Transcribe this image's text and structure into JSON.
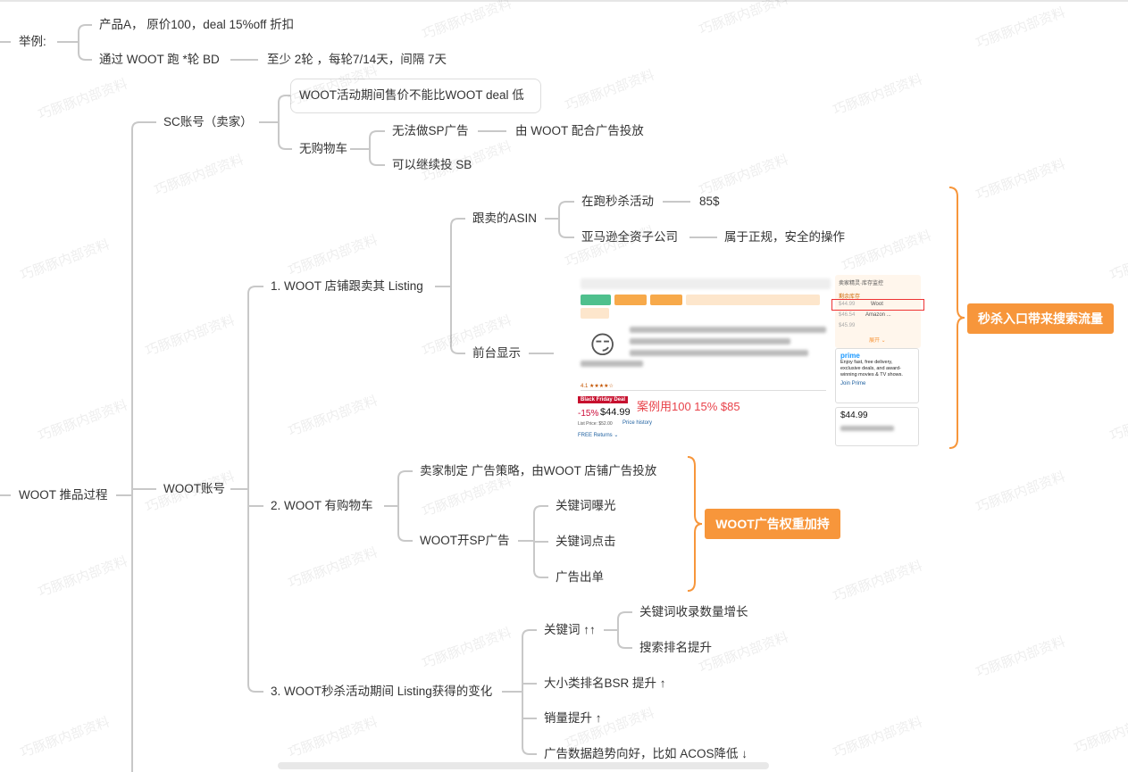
{
  "watermark": "巧豚豚内部资料",
  "nodes": {
    "example": "举例:",
    "product_a": "产品A， 原价100，deal 15%off 折扣",
    "woot_bd": "通过 WOOT 跑 *轮 BD",
    "rounds": "至少 2轮 ，每轮7/14天，间隔 7天",
    "root": "WOOT 推品过程",
    "sc": "SC账号（卖家）",
    "price_rule": "WOOT活动期间售价不能比WOOT deal 低",
    "no_cart": "无购物车",
    "no_sp": "无法做SP广告",
    "woot_ads": "由 WOOT 配合广告投放",
    "sb": "可以继续投 SB",
    "woot_account": "WOOT账号",
    "step1": "1. WOOT 店铺跟卖其 Listing",
    "asin": "跟卖的ASIN",
    "flash": "在跑秒杀活动",
    "price85": "85$",
    "subsidiary": "亚马逊全资子公司",
    "legit": "属于正规，安全的操作",
    "frontend": "前台显示",
    "step2": "2. WOOT 有购物车",
    "seller_strategy": "卖家制定 广告策略，由WOOT 店铺广告投放",
    "woot_sp": "WOOT开SP广告",
    "kw_exposure": "关键词曝光",
    "kw_click": "关键词点击",
    "ad_order": "广告出单",
    "step3": "3. WOOT秒杀活动期间 Listing获得的变化",
    "keywords": "关键词 ↑↑",
    "kw_index": "关键词收录数量增长",
    "kw_rank": "搜索排名提升",
    "bsr": "大小类排名BSR 提升 ↑",
    "sales": "销量提升 ↑",
    "ads_data": "广告数据趋势向好，比如 ACOS降低 ↓"
  },
  "callouts": {
    "search_traffic": "秒杀入口带来搜索流量",
    "ad_weight": "WOOT广告权重加持"
  },
  "screenshot": {
    "badge": "Black Friday Deal",
    "discount": "-15%",
    "price": "$44.99",
    "list_price": "List Price: $52.00",
    "price_history": "Price history",
    "free_returns": "FREE Returns ⌄",
    "rating": "4.1 ★★★★☆",
    "annotation": "案例用100 15% $85",
    "panel_title": "卖家精灵·库存监控",
    "stock_label": "剩余库存",
    "offers": [
      {
        "price": "$44.99",
        "seller": "Woot"
      },
      {
        "price": "$46.54",
        "seller": "Amazon ..."
      },
      {
        "price": "$45.99",
        "seller": ""
      }
    ],
    "prime": "prime",
    "prime_text": "Enjoy fast, free delivery, exclusive deals, and award-winning movies & TV shows.",
    "join_prime": "Join Prime",
    "price2": "$44.99",
    "expand": "展开 ⌄"
  },
  "colors": {
    "accent": "#f7963b",
    "line": "#c8c8c8",
    "annotation_red": "#e8424a"
  }
}
